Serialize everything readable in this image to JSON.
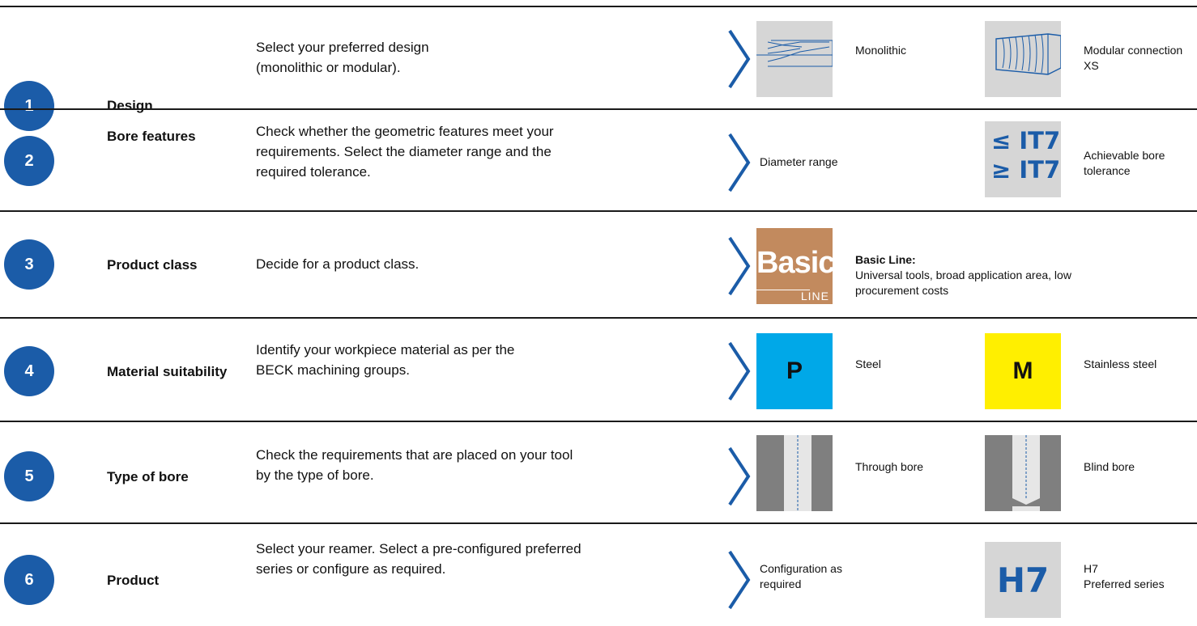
{
  "steps": [
    {
      "number": "1",
      "title": "Design",
      "description": [
        "Select your preferred design",
        "(monolithic or modular)."
      ]
    },
    {
      "number": "2",
      "title": "Bore features",
      "description": [
        "Check whether the geometric features meet your",
        "requirements. Select the diameter range and the",
        "required tolerance."
      ]
    },
    {
      "number": "3",
      "title": "Product class",
      "description": [
        "Decide for a product class."
      ]
    },
    {
      "number": "4",
      "title": "Material suitability",
      "description": [
        "Identify your workpiece material as per the",
        "BECK machining groups."
      ]
    },
    {
      "number": "5",
      "title": "Type of bore",
      "description": [
        "Check the requirements that are placed on your tool",
        "by the type of bore."
      ]
    },
    {
      "number": "6",
      "title": "Product",
      "description": [
        "Select your reamer. Select a pre-configured preferred",
        "series or configure as required."
      ]
    }
  ],
  "options": {
    "design": {
      "a_label": "Monolithic",
      "b_label_1": "Modular connection",
      "b_label_2": "XS"
    },
    "bore_features": {
      "a_label": "Diameter range",
      "it_le": "≤ IT7",
      "it_ge": "≥ IT7",
      "b_label_1": "Achievable bore",
      "b_label_2": "tolerance"
    },
    "product_class": {
      "logo_word": "Basic",
      "logo_sub": "LINE",
      "title": "Basic Line:",
      "line_1": "Universal tools, broad application area, low",
      "line_2": "procurement costs"
    },
    "material": {
      "p_letter": "P",
      "p_label": "Steel",
      "p_color": "#00a8e8",
      "m_letter": "M",
      "m_label": "Stainless steel",
      "m_color": "#ffef00"
    },
    "bore_type": {
      "a_label": "Through bore",
      "b_label": "Blind bore"
    },
    "product": {
      "a_label_1": "Configuration as",
      "a_label_2": "required",
      "badge": "H7",
      "b_label_1": "H7",
      "b_label_2": "Preferred series"
    }
  },
  "colors": {
    "accent": "#1b5ca8",
    "divider": "#1a1a1a",
    "thumb_bg": "#d6d6d6",
    "basic_bg": "#c28a5e"
  }
}
